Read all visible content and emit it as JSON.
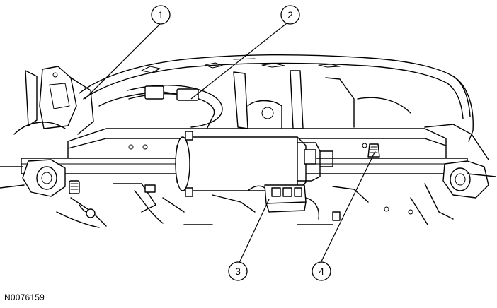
{
  "figure_id": "N0076159",
  "callouts": [
    {
      "label": "1"
    },
    {
      "label": "2"
    },
    {
      "label": "3"
    },
    {
      "label": "4"
    }
  ]
}
